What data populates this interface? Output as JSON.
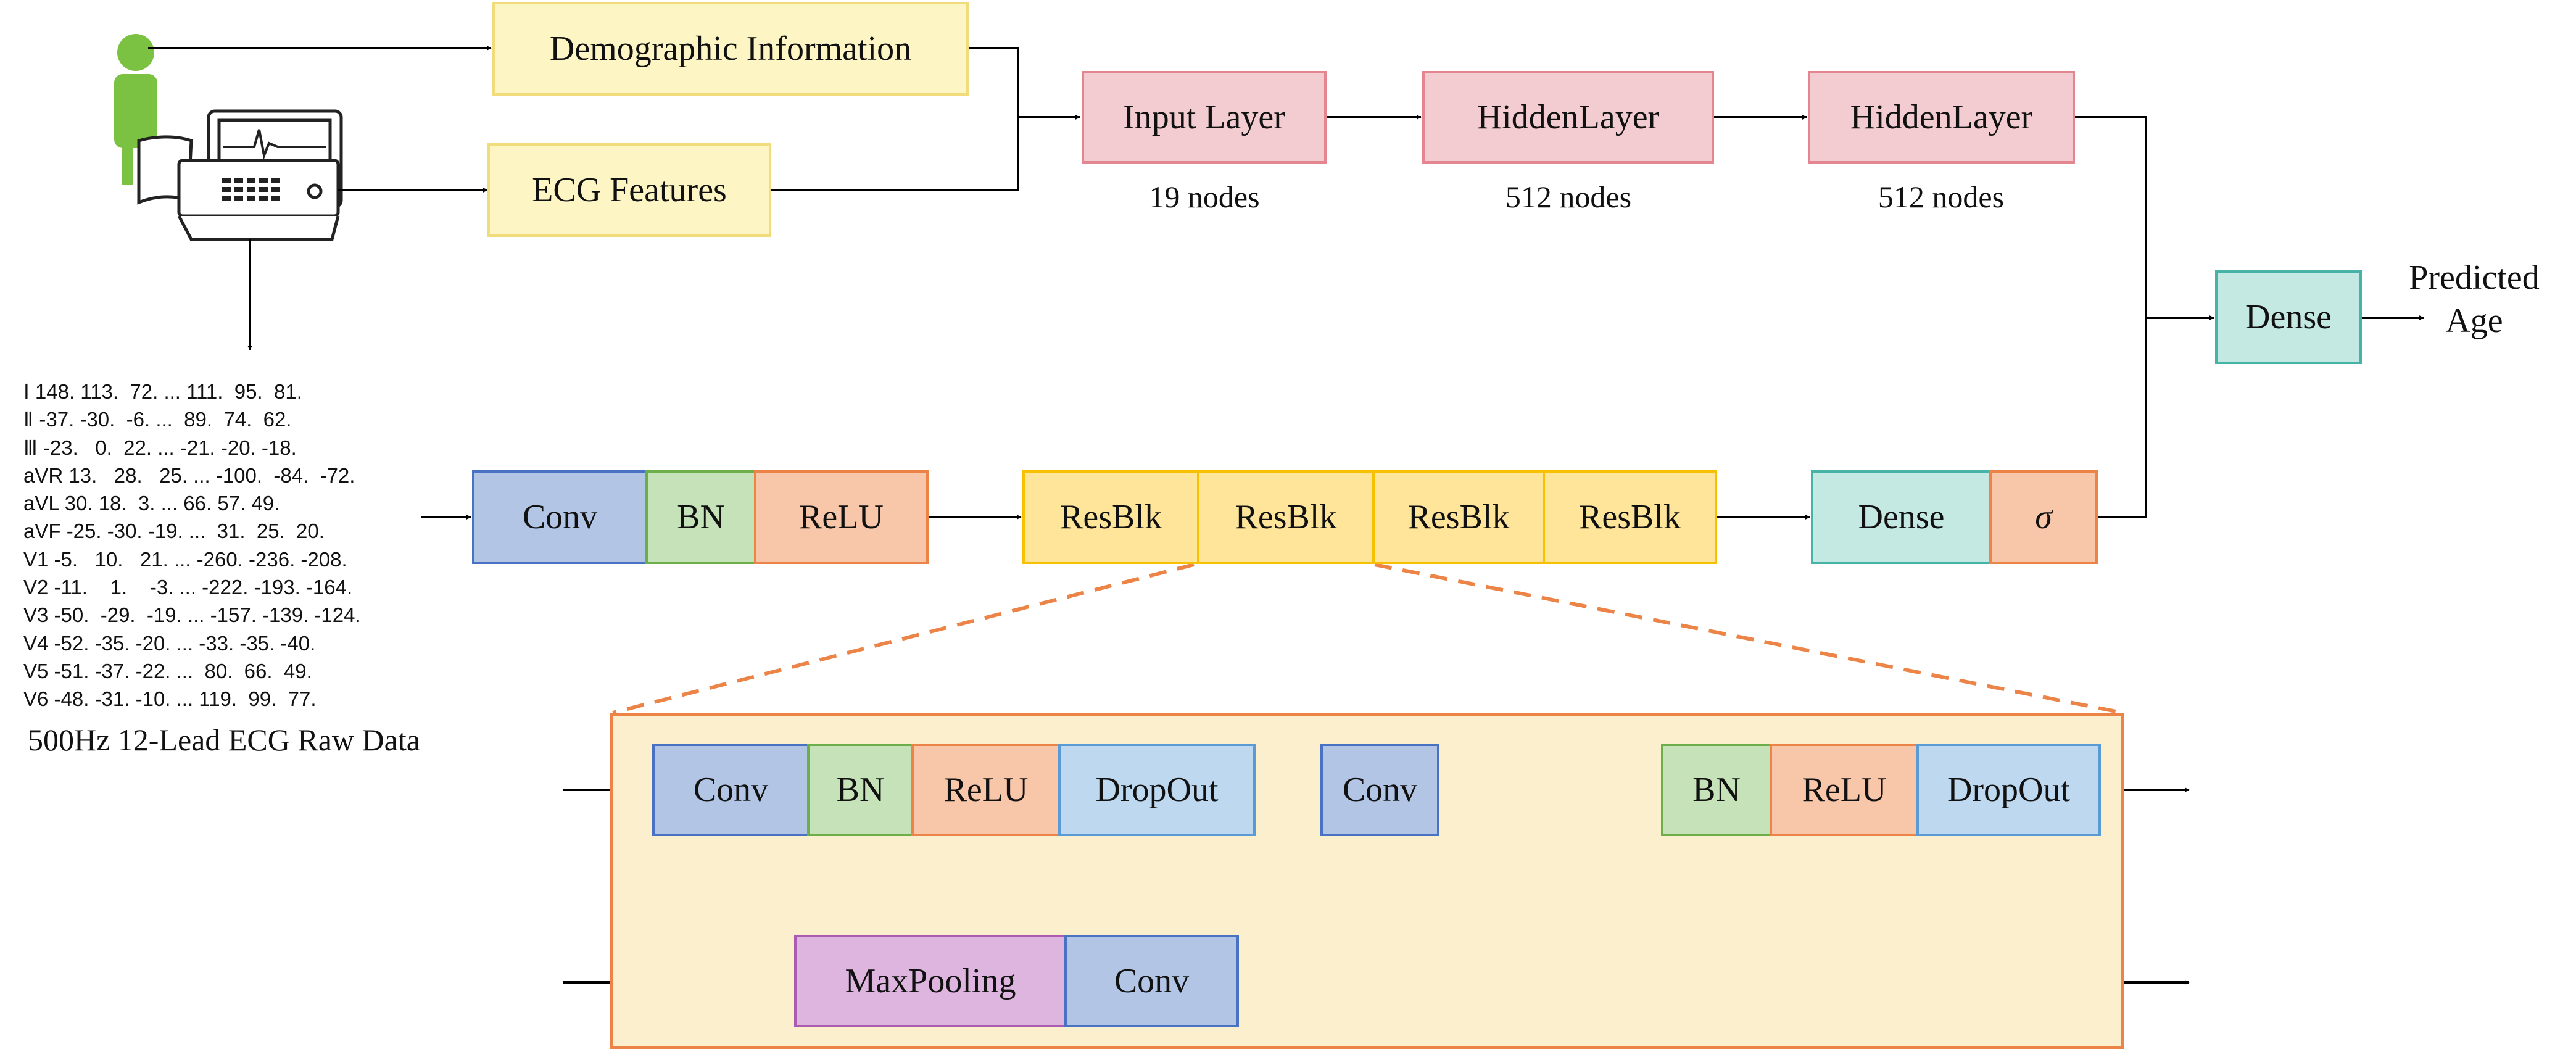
{
  "inputs": {
    "demographic": "Demographic Information",
    "ecg_features": "ECG Features"
  },
  "mlp": {
    "input_layer": "Input Layer",
    "input_nodes": "19 nodes",
    "hidden1": "HiddenLayer",
    "hidden1_nodes": "512 nodes",
    "hidden2": "HiddenLayer",
    "hidden2_nodes": "512 nodes"
  },
  "output": {
    "dense": "Dense",
    "predicted_line1": "Predicted",
    "predicted_line2": "Age"
  },
  "raw_data": {
    "rows": [
      "Ⅰ 148. 113.  72. ... 111.  95.  81.",
      "Ⅱ -37. -30.  -6. ...  89.  74.  62.",
      "Ⅲ -23.   0.  22. ... -21. -20. -18.",
      "aVR 13.   28.   25. ... -100.  -84.  -72.",
      "aVL 30. 18.  3. ... 66. 57. 49.",
      "aVF -25. -30. -19. ...  31.  25.  20.",
      "V1 -5.   10.   21. ... -260. -236. -208.",
      "V2 -11.    1.    -3. ... -222. -193. -164.",
      "V3 -50.  -29.  -19. ... -157. -139. -124.",
      "V4 -52. -35. -20. ... -33. -35. -40.",
      "V5 -51. -37. -22. ...  80.  66.  49.",
      "V6 -48. -31. -10. ... 119.  99.  77."
    ],
    "caption": "500Hz 12-Lead ECG Raw Data"
  },
  "cnn": {
    "conv": "Conv",
    "bn": "BN",
    "relu": "ReLU",
    "resblk": [
      "ResBlk",
      "ResBlk",
      "ResBlk",
      "ResBlk"
    ],
    "dense": "Dense",
    "sigma": "σ"
  },
  "resblock_detail": {
    "conv1": "Conv",
    "bn1": "BN",
    "relu1": "ReLU",
    "dropout1": "DropOut",
    "conv2": "Conv",
    "bn2": "BN",
    "relu2": "ReLU",
    "dropout2": "DropOut",
    "maxpool": "MaxPooling",
    "conv3": "Conv"
  },
  "icons": [
    "person-icon",
    "ecg-machine-icon"
  ],
  "colors": {
    "yellow_fill": "#fdf5c4",
    "pink_fill": "#f2ccd0",
    "teal_fill": "#c4e8e2",
    "conv_fill": "#b2c5e5",
    "bn_fill": "#c6e2b8",
    "relu_fill": "#f8c6a8",
    "resblk_fill": "#ffe59a",
    "dropout_fill": "#bed9ef",
    "maxpool_fill": "#ddb5df",
    "panel_border": "#eb8446"
  }
}
